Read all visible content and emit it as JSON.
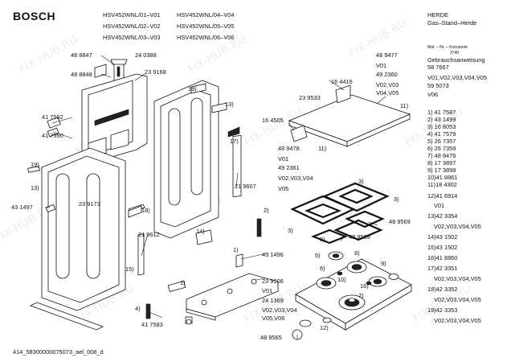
{
  "header": {
    "brand": "BOSCH",
    "models": [
      "HSV452WNL/01–V01",
      "HSV452WNL/02–V02",
      "HSV452WNL/03–V03",
      "HSV452WNL/04–V04",
      "HSV452WNL/05–V05",
      "HSV452WNL/06–V06"
    ],
    "category": "HERDE",
    "subcategory": "Gas–Stand–Herde",
    "mat_no": "Mat. – Nr. – Konstante",
    "mat_value": "3740"
  },
  "right_panel": {
    "doc_label": "Gebrauchsanweisung",
    "doc_number": "58 7667",
    "doc_versions": "V01,V02,V03,V04,V05",
    "part_b_number": "59 5073",
    "part_b_version": "V06",
    "list": [
      {
        "label": "1) 41 7587"
      },
      {
        "label": "2) 43 1499"
      },
      {
        "label": "3) 16 8053"
      },
      {
        "label": "4) 41 7579"
      },
      {
        "label": "5) 26 7357"
      },
      {
        "label": "6) 26 7359"
      },
      {
        "label": "7) 48 9476"
      },
      {
        "label": "8) 17 3897"
      },
      {
        "label": "9) 17 3898"
      },
      {
        "label": "10)41 8861"
      },
      {
        "label": "11)18 4302"
      }
    ],
    "list2": [
      {
        "label": "12)41 6914",
        "sub": "V01"
      },
      {
        "label": "13)42 3354",
        "sub": "V02,V03,V04,V05"
      },
      {
        "label": "14)43 1502"
      },
      {
        "label": "15)43 1502"
      },
      {
        "label": "16)41 8860"
      },
      {
        "label": "17)42 3351",
        "sub": "V02,V03,V04,V05"
      },
      {
        "label": "18)42 3352",
        "sub": "V02,V03,V04,V05"
      },
      {
        "label": "19)42 3353",
        "sub": "V02,V03,V04,V05"
      }
    ]
  },
  "callouts": {
    "c488847": "48 8847",
    "c240388": "24 0388",
    "c488848": "48 8848",
    "c239168": "23 9168",
    "c417592": "41 7592",
    "c417590": "41 7590",
    "c239173": "23 9173",
    "c431497": "43 1497",
    "c219612": "21 9612",
    "c219607": "21 9607",
    "c431496": "43 1496",
    "c239506": "23 9506",
    "cV01a": "V01",
    "c241369": "24 1369",
    "cV02to04": "V02,V03,V04",
    "cV05V06": "V05,V06",
    "c417583": "41 7583",
    "c489565": "48 9565",
    "c489477": "48 9477",
    "cV01b": "V01",
    "c492360": "49 2360",
    "c164416": "16 4416",
    "cV02V03": "V02,V03",
    "cV04V05": "V04,V05",
    "c239533": "23 9533",
    "c164505": "16 4505",
    "c489478": "48 9478",
    "cV01c": "V01",
    "c492361": "49 2361",
    "cV02V03V04": "V02,V03,V04",
    "cV05": "V05",
    "c489569a": "48 9569",
    "c489569b": "48 9569"
  },
  "markers": {
    "m1a": "1)",
    "m1b": "1)",
    "m2": "2)",
    "m3a": "3)",
    "m3b": "3)",
    "m3c": "3)",
    "m3d": "3)",
    "m4": "4)",
    "m5": "5)",
    "m6": "6)",
    "m7": "7)",
    "m8": "8)",
    "m9": "9)",
    "m10": "10)",
    "m11a": "11)",
    "m11b": "11)",
    "m12": "12)",
    "m13a": "13)",
    "m13b": "13)",
    "m14": "14)",
    "m15": "15)",
    "m16": "16)",
    "m17": "17)",
    "m18": "18)",
    "m19a": "19)",
    "m19b": "19)"
  },
  "footer": {
    "code": "414_58300000075073_ael_008_d"
  },
  "watermark": "FIX-HUB.RU"
}
